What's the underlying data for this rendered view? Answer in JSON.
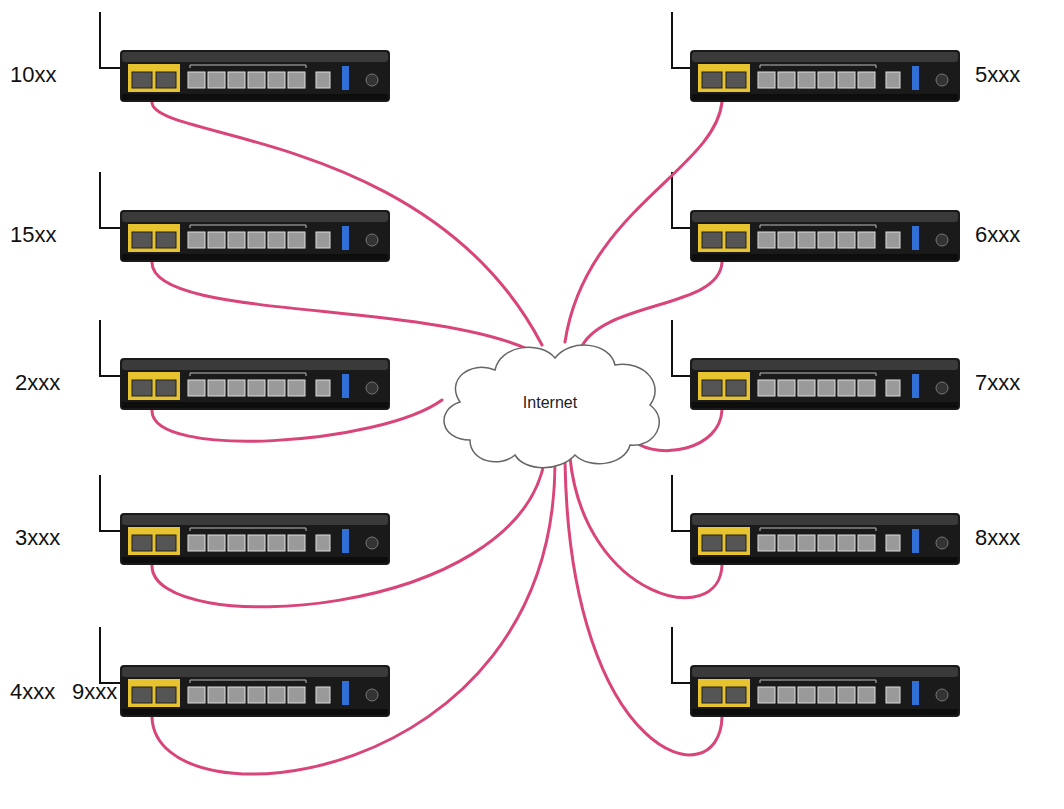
{
  "diagram": {
    "nodes": [
      {
        "text": [
          "10xx"
        ]
      },
      {
        "text": [
          "5xxx"
        ]
      },
      {
        "text": [
          "15xx"
        ]
      },
      {
        "text": [
          "6xxx"
        ]
      },
      {
        "text": [
          "2xxx"
        ]
      },
      {
        "text": [
          "Internet"
        ]
      },
      {
        "text": [
          "7xxx"
        ]
      },
      {
        "text": [
          "3xxx"
        ]
      },
      {
        "text": [
          "8xxx"
        ]
      },
      {
        "text": [
          "4xxx",
          "9xxx"
        ]
      },
      {
        "text": []
      }
    ],
    "edges": [
      {
        "from": 0,
        "to": 5,
        "arrow": "none"
      },
      {
        "from": 1,
        "to": 5,
        "arrow": "none"
      },
      {
        "from": 2,
        "to": 5,
        "arrow": "none"
      },
      {
        "from": 3,
        "to": 5,
        "arrow": "none"
      },
      {
        "from": 4,
        "to": 5,
        "arrow": "none"
      },
      {
        "from": 6,
        "to": 5,
        "arrow": "none"
      },
      {
        "from": 7,
        "to": 5,
        "arrow": "none"
      },
      {
        "from": 8,
        "to": 5,
        "arrow": "none"
      },
      {
        "from": 9,
        "to": 5,
        "arrow": "none"
      },
      {
        "from": 10,
        "to": 5,
        "arrow": "none"
      }
    ]
  }
}
